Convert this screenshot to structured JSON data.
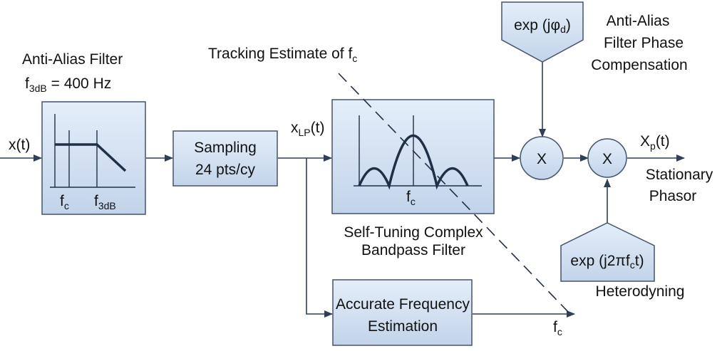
{
  "blocks": {
    "anti_alias": {
      "title": "Anti-Alias Filter",
      "spec_main": "f",
      "spec_sub": "3dB",
      "spec_rest": " = 400 Hz",
      "fc_main": "f",
      "fc_sub": "c",
      "f3_main": "f",
      "f3_sub": "3dB"
    },
    "sampling": {
      "line1": "Sampling",
      "line2": "24 pts/cy"
    },
    "bandpass": {
      "line1": "Self-Tuning Complex",
      "line2": "Bandpass Filter",
      "fc_main": "f",
      "fc_sub": "c"
    },
    "freq_est": {
      "line1": "Accurate Frequency",
      "line2": "Estimation"
    },
    "phase_comp": {
      "exp_pre": "exp (j",
      "exp_sym": "φ",
      "exp_sub": "d",
      "exp_post": ")",
      "label1": "Anti-Alias",
      "label2": "Filter Phase",
      "label3": "Compensation"
    },
    "heterodyne": {
      "exp_pre": "exp (j2",
      "exp_pi": "π",
      "exp_f": "f",
      "exp_sub": "c",
      "exp_post": "t)",
      "label": "Heterodyning"
    },
    "mult1": {
      "symbol": "X"
    },
    "mult2": {
      "symbol": "X"
    }
  },
  "signals": {
    "input": "x(t)",
    "xlp_main": "x",
    "xlp_sub": "LP",
    "xlp_post": "(t)",
    "xp_main": "X",
    "xp_sub": "p",
    "xp_post": "(t)",
    "output_label1": "Stationary",
    "output_label2": "Phasor",
    "tracking_main": "Tracking Estimate of f",
    "tracking_sub": "c",
    "fc_out_main": "f",
    "fc_out_sub": "c"
  }
}
